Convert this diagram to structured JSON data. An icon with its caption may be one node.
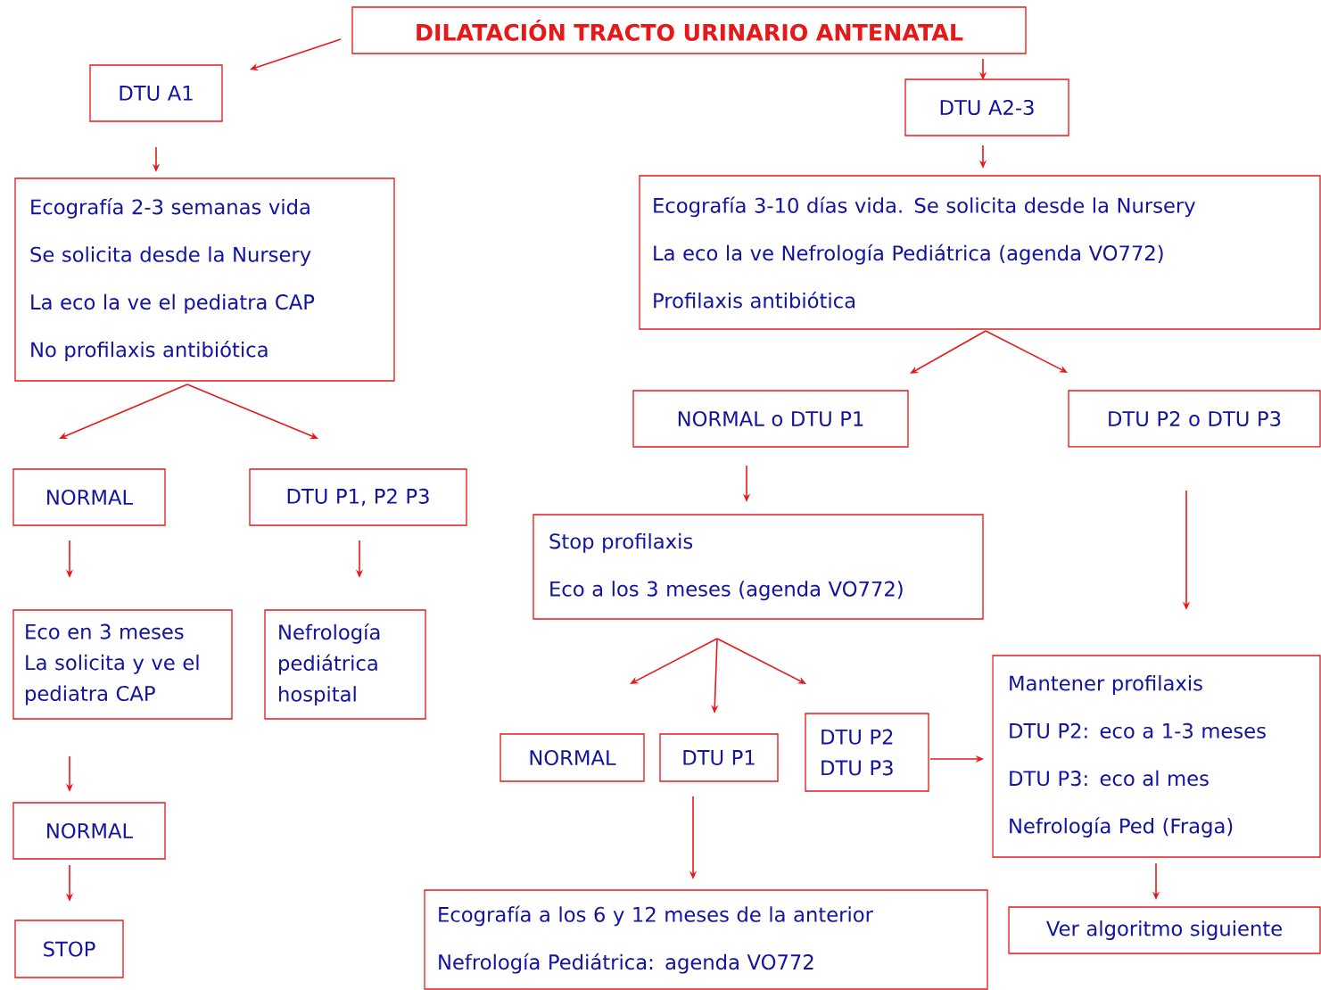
{
  "diagram": {
    "nodes": [
      {
        "text": [
          "DILATACIÓN TRACTO URINARIO ANTENATAL"
        ]
      },
      {
        "text": [
          "DTU A1"
        ]
      },
      {
        "text": [
          "DTU A2-3"
        ]
      },
      {
        "text": [
          "Ecografía 2-3 semanas vida",
          "Se solicita desde la Nursery",
          "La eco la ve el pediatra CAP",
          "No profilaxis antibiótica"
        ]
      },
      {
        "text": [
          "Ecografía 3-10 días vida. Se solicita desde la Nursery",
          "La eco la ve Nefrología Pediátrica (agenda VO772)",
          "Profilaxis antibiótica"
        ]
      },
      {
        "text": [
          "NORMAL"
        ]
      },
      {
        "text": [
          "DTU P1, P2  P3"
        ]
      },
      {
        "text": [
          "NORMAL o DTU P1"
        ]
      },
      {
        "text": [
          "DTU P2 o DTU P3"
        ]
      },
      {
        "text": [
          "Eco en 3 meses La solicita y ve el pediatra CAP"
        ]
      },
      {
        "text": [
          "Nefrología pediátrica hospital"
        ]
      },
      {
        "text": [
          "Stop profilaxis",
          "Eco a los 3 meses (agenda VO772)"
        ]
      },
      {
        "text": [
          "Mantener profilaxis",
          "DTU P2: eco a 1-3 meses",
          "DTU P3: eco al mes",
          "Nefrología Ped (Fraga)"
        ]
      },
      {
        "text": [
          "NORMAL"
        ]
      },
      {
        "text": [
          "DTU P1"
        ]
      },
      {
        "text": [
          "DTU P2 DTU P3"
        ]
      },
      {
        "text": [
          "NORMAL"
        ]
      },
      {
        "text": [
          "STOP"
        ]
      },
      {
        "text": [
          "Ecografía  a los 6 y 12 meses de la anterior",
          "Nefrología Pediátrica: agenda VO772"
        ]
      },
      {
        "text": [
          "Ver algoritmo siguiente"
        ]
      }
    ],
    "edges": [
      {
        "from": 0,
        "to": 1,
        "arrow": "to"
      },
      {
        "from": 0,
        "to": 2,
        "arrow": "to"
      },
      {
        "from": 1,
        "to": 3,
        "arrow": "to"
      },
      {
        "from": 2,
        "to": 4,
        "arrow": "to"
      },
      {
        "from": 3,
        "to": 5,
        "arrow": "to"
      },
      {
        "from": 3,
        "to": 6,
        "arrow": "to"
      },
      {
        "from": 4,
        "to": 7,
        "arrow": "to"
      },
      {
        "from": 4,
        "to": 8,
        "arrow": "to"
      },
      {
        "from": 5,
        "to": 9,
        "arrow": "to"
      },
      {
        "from": 6,
        "to": 10,
        "arrow": "to"
      },
      {
        "from": 7,
        "to": 11,
        "arrow": "to"
      },
      {
        "from": 8,
        "to": 12,
        "arrow": "to"
      },
      {
        "from": 9,
        "to": 16,
        "arrow": "to"
      },
      {
        "from": 16,
        "to": 17,
        "arrow": "to"
      },
      {
        "from": 11,
        "to": 13,
        "arrow": "to"
      },
      {
        "from": 11,
        "to": 14,
        "arrow": "to"
      },
      {
        "from": 11,
        "to": 15,
        "arrow": "to"
      },
      {
        "from": 15,
        "to": 12,
        "arrow": "to"
      },
      {
        "from": 14,
        "to": 18,
        "arrow": "to"
      },
      {
        "from": 12,
        "to": 19,
        "arrow": "to"
      }
    ]
  }
}
